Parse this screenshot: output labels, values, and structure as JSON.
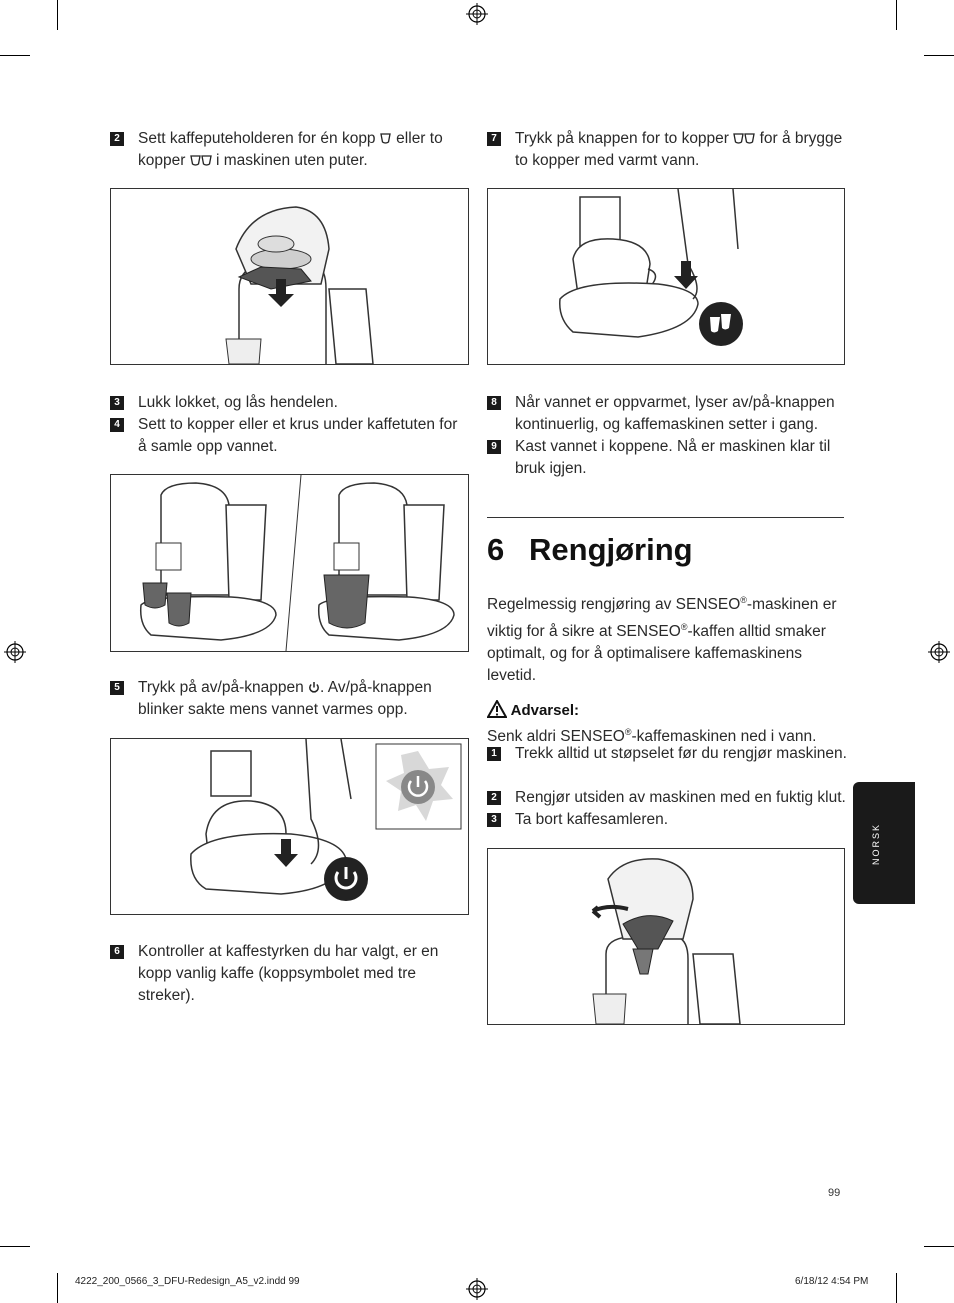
{
  "steps_left": [
    {
      "num": "2",
      "text_a": "Sett kaffeputeholderen for én kopp ",
      "text_b": " eller to kopper ",
      "text_c": " i maskinen uten puter."
    },
    {
      "num": "3",
      "text": "Lukk lokket, og lås hendelen."
    },
    {
      "num": "4",
      "text": "Sett to kopper eller et krus under kaffetuten for å samle opp vannet."
    },
    {
      "num": "5",
      "text_a": "Trykk på av/på-knappen ",
      "text_b": ". Av/på-knappen blinker sakte mens vannet varmes opp."
    },
    {
      "num": "6",
      "text": "Kontroller at kaffestyrken du har valgt, er en kopp vanlig kaffe (koppsymbolet med tre streker)."
    }
  ],
  "steps_right": [
    {
      "num": "7",
      "text_a": "Trykk på knappen for to kopper ",
      "text_b": " for å brygge to kopper med varmt vann."
    },
    {
      "num": "8",
      "text": "Når vannet er oppvarmet, lyser av/på-knappen kontinuerlig, og kaffemaskinen setter i gang."
    },
    {
      "num": "9",
      "text": "Kast vannet i koppene. Nå er maskinen klar til bruk igjen."
    }
  ],
  "chapter": {
    "number": "6",
    "title": "Rengjøring"
  },
  "intro": {
    "part1": "Regelmessig rengjøring av SENSEO",
    "reg": "®",
    "part2": "-maskinen er viktig for å sikre at SENSEO",
    "part3": "-kaffen alltid smaker optimalt, og for å optimalisere kaffemaskinens levetid."
  },
  "warning": {
    "title": "Advarsel:",
    "text_a": "Senk aldri SENSEO",
    "text_b": "-kaffemaskinen ned i vann."
  },
  "cleaning_steps": [
    {
      "num": "1",
      "text": "Trekk alltid ut støpselet før du rengjør maskinen."
    },
    {
      "num": "2",
      "text": "Rengjør utsiden av maskinen med en fuktig klut."
    },
    {
      "num": "3",
      "text": "Ta bort kaffesamleren."
    }
  ],
  "side_tab": "NORSK",
  "page_number": "99",
  "footer": {
    "file": "4222_200_0566_3_DFU-Redesign_A5_v2.indd   99",
    "date": "6/18/12   4:54 PM"
  },
  "icons": [
    "one-cup-icon",
    "two-cup-icon",
    "power-icon",
    "warning-icon",
    "registration-mark-icon"
  ]
}
